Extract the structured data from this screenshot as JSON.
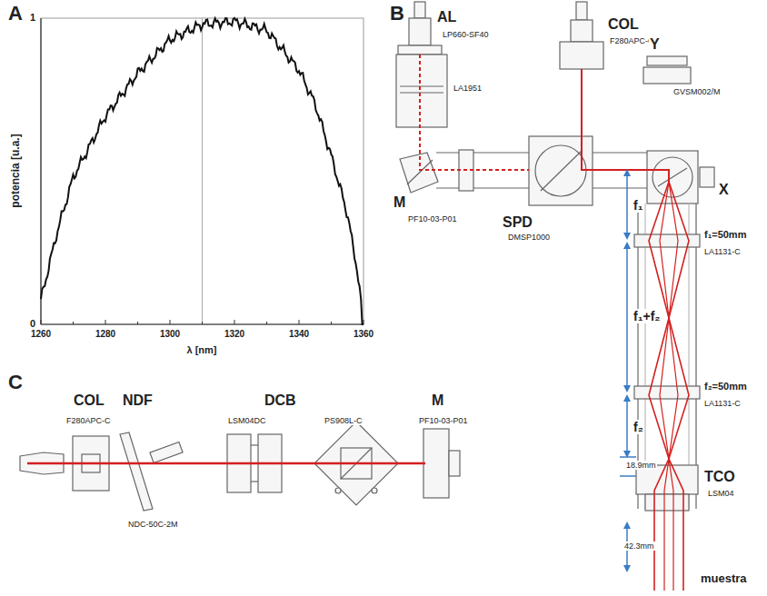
{
  "diagram": {
    "labels": [
      "A",
      "potencia [u.a.]",
      "1",
      "0",
      "1260",
      "1280",
      "1300",
      "1320",
      "1340",
      "1360",
      "λ [nm]",
      "B",
      "AL",
      "LP660-SF40",
      "COL",
      "F280APC-C",
      "LA1951",
      "Y",
      "GVSM002/M",
      "M",
      "PF10-03-P01",
      "SPD",
      "DMSP1000",
      "X",
      "f₁",
      "f₁=50mm",
      "LA1131-C",
      "f₁+f₂",
      "f₂=50mm",
      "LA1131-C",
      "f₂",
      "18.9mm",
      "TCO",
      "LSM04",
      "42.3mm",
      "muestra",
      "C",
      "COL",
      "NDF",
      "DCB",
      "M",
      "F280APC-C",
      "LSM04DC",
      "PS908L-C",
      "PF10-03-P01",
      "NDC-50C-2M"
    ]
  }
}
